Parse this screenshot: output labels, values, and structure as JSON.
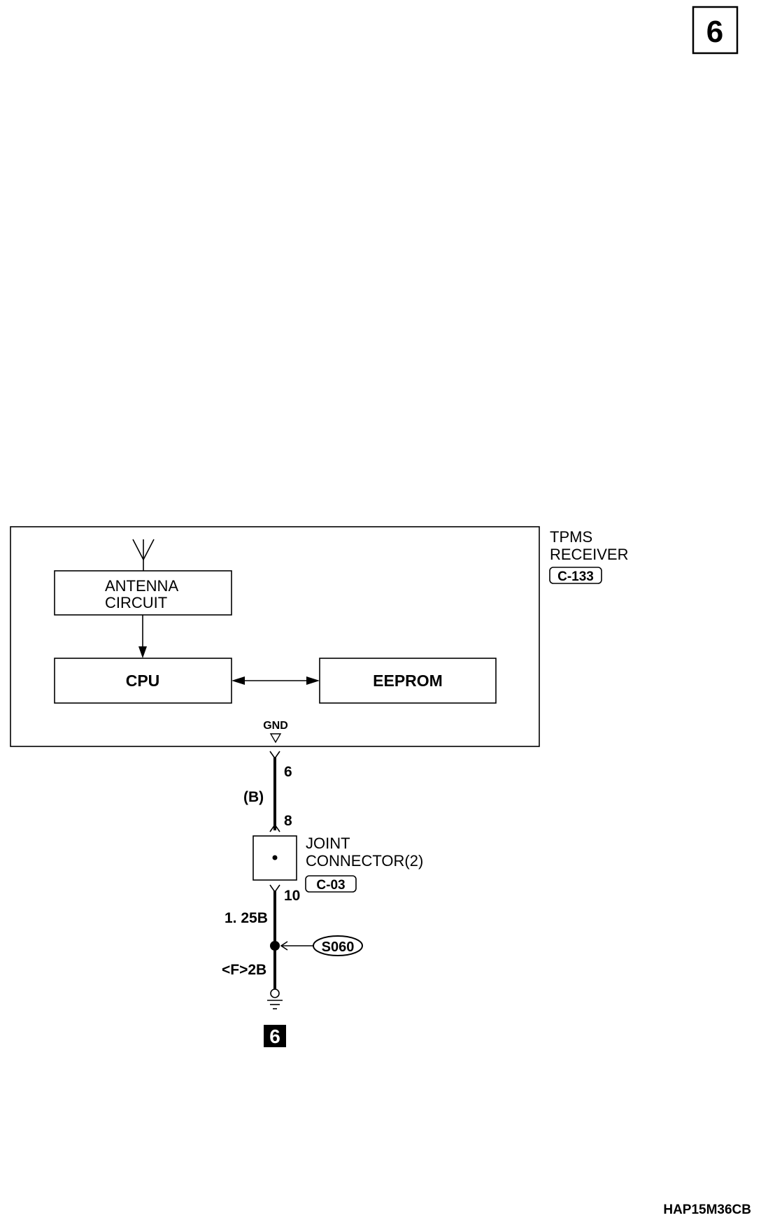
{
  "page_badge": "6",
  "receiver": {
    "title_line1": "TPMS",
    "title_line2": "RECEIVER",
    "connector": "C-133",
    "antenna_circuit_line1": "ANTENNA",
    "antenna_circuit_line2": "CIRCUIT",
    "cpu": "CPU",
    "eeprom": "EEPROM",
    "gnd": "GND"
  },
  "wiring": {
    "pin_top": "6",
    "wire_color_top": "(B)",
    "pin_joint_in": "8",
    "joint_line1": "JOINT",
    "joint_line2": "CONNECTOR(2)",
    "joint_connector": "C-03",
    "pin_joint_out": "10",
    "wire_size_bottom": "1. 25B",
    "splice": "S060",
    "ground_ref": "<F>2B",
    "ground_badge": "6"
  },
  "diagram_code": "HAP15M36CB"
}
